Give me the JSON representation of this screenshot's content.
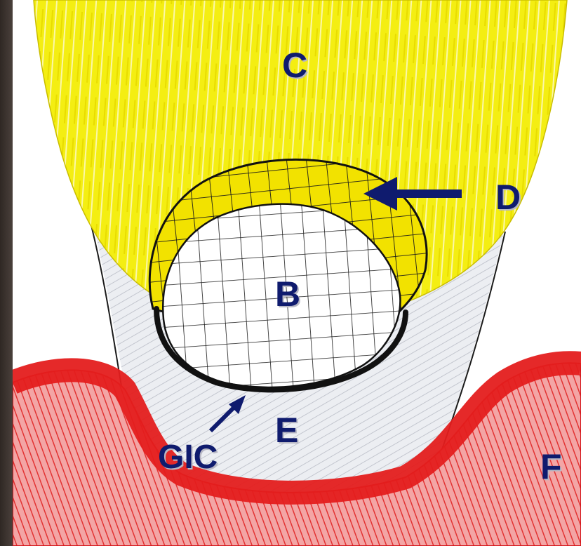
{
  "labels": {
    "C": "C",
    "D": "D",
    "B": "B",
    "E": "E",
    "F": "F",
    "GIC": "GIC"
  },
  "colors": {
    "enamel_yellow": "#f2ea0a",
    "gingiva_red": "#e41e1e",
    "label_navy": "#0f1b6e",
    "outline_black": "#111111",
    "frame": "#3b3330"
  }
}
